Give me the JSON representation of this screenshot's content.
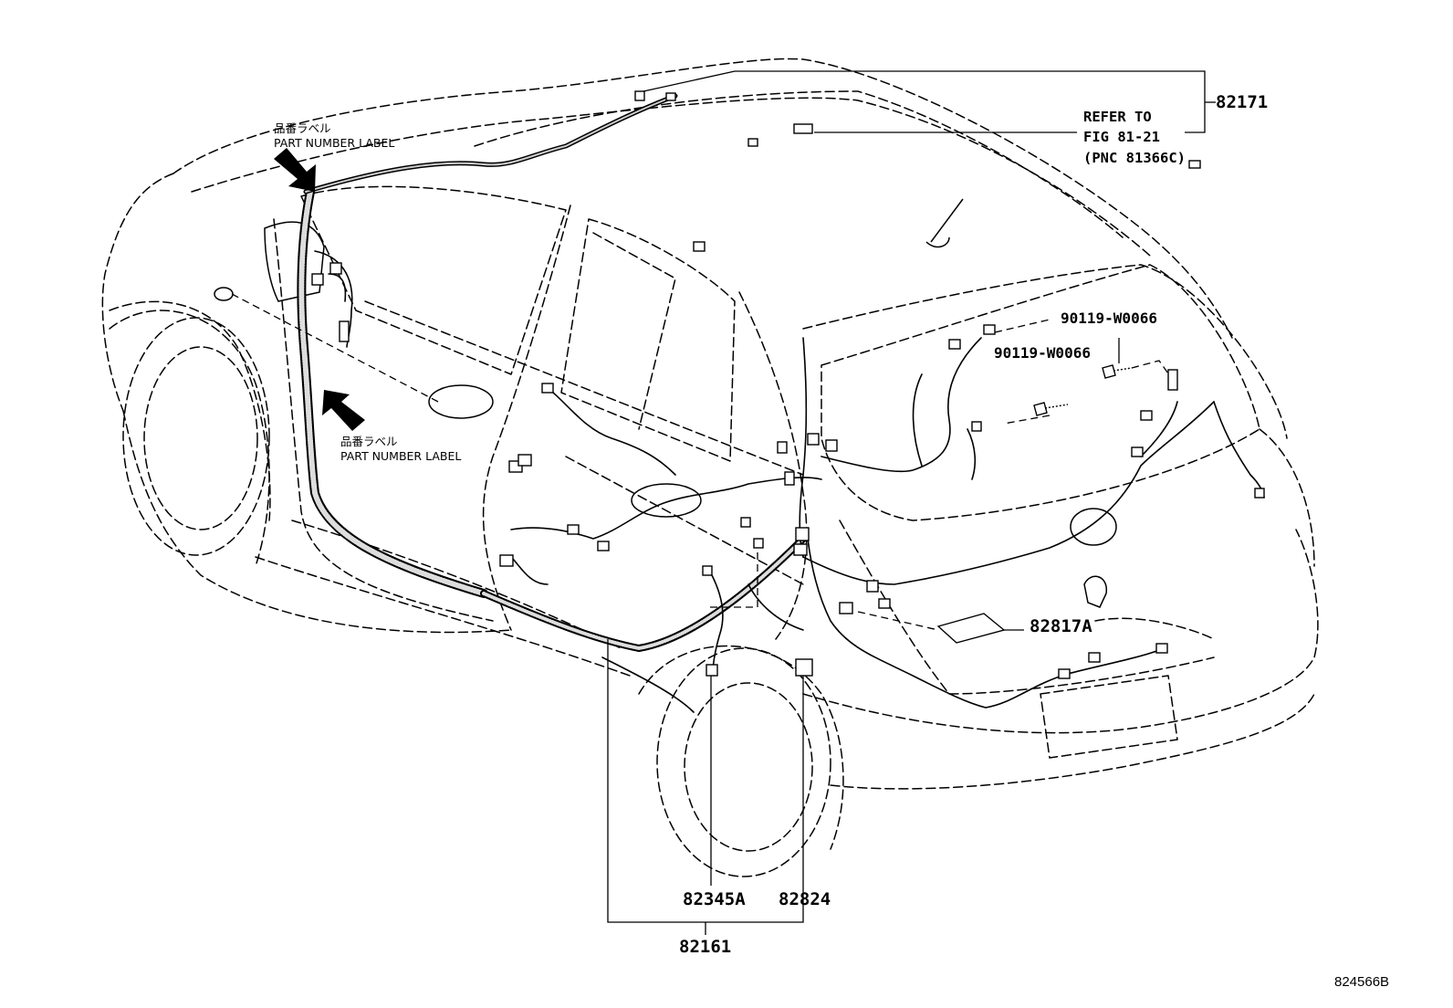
{
  "callouts": {
    "pn_82171": "82171",
    "refer_line1": "REFER TO",
    "refer_line2": "FIG 81-21",
    "refer_line3": "(PNC 81366C)",
    "pn_90119_upper": "90119-W0066",
    "pn_90119_lower": "90119-W0066",
    "pn_82817A": "82817A",
    "pn_82345A": "82345A",
    "pn_82824": "82824",
    "pn_82161": "82161"
  },
  "labels": {
    "top_jp": "品番ラベル",
    "top_en": "PART NUMBER LABEL",
    "mid_jp": "品番ラベル",
    "mid_en": "PART NUMBER LABEL"
  },
  "figure_id": "824566B"
}
